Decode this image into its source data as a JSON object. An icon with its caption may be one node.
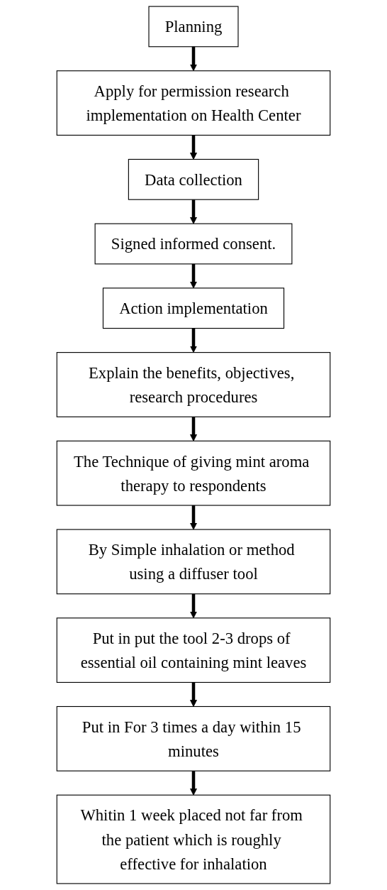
{
  "diagram": {
    "nodes": [
      {
        "text": [
          "Planning"
        ]
      },
      {
        "text": [
          "Apply for permission research implementation on Health Center"
        ]
      },
      {
        "text": [
          "Data collection"
        ]
      },
      {
        "text": [
          "Signed informed consent."
        ]
      },
      {
        "text": [
          "Action implementation"
        ]
      },
      {
        "text": [
          "Explain the benefits, objectives, research procedures"
        ]
      },
      {
        "text": [
          "The Technique of giving mint aroma therapy to respondents"
        ]
      },
      {
        "text": [
          "By Simple inhalation or method using a diffuser tool"
        ]
      },
      {
        "text": [
          "Put in put the tool 2-3 drops of essential oil containing mint leaves"
        ]
      },
      {
        "text": [
          "Put in For 3 times a day within 15 minutes"
        ]
      },
      {
        "text": [
          "Whitin 1 week placed not far from the patient which is roughly effective for inhalation"
        ]
      }
    ],
    "edges": [
      {
        "from": 0,
        "to": 1,
        "arrow": "to"
      },
      {
        "from": 1,
        "to": 2,
        "arrow": "to"
      },
      {
        "from": 2,
        "to": 3,
        "arrow": "to"
      },
      {
        "from": 3,
        "to": 4,
        "arrow": "to"
      },
      {
        "from": 4,
        "to": 5,
        "arrow": "to"
      },
      {
        "from": 5,
        "to": 6,
        "arrow": "to"
      },
      {
        "from": 6,
        "to": 7,
        "arrow": "to"
      },
      {
        "from": 7,
        "to": 8,
        "arrow": "to"
      },
      {
        "from": 8,
        "to": 9,
        "arrow": "to"
      },
      {
        "from": 9,
        "to": 10,
        "arrow": "to"
      }
    ]
  }
}
